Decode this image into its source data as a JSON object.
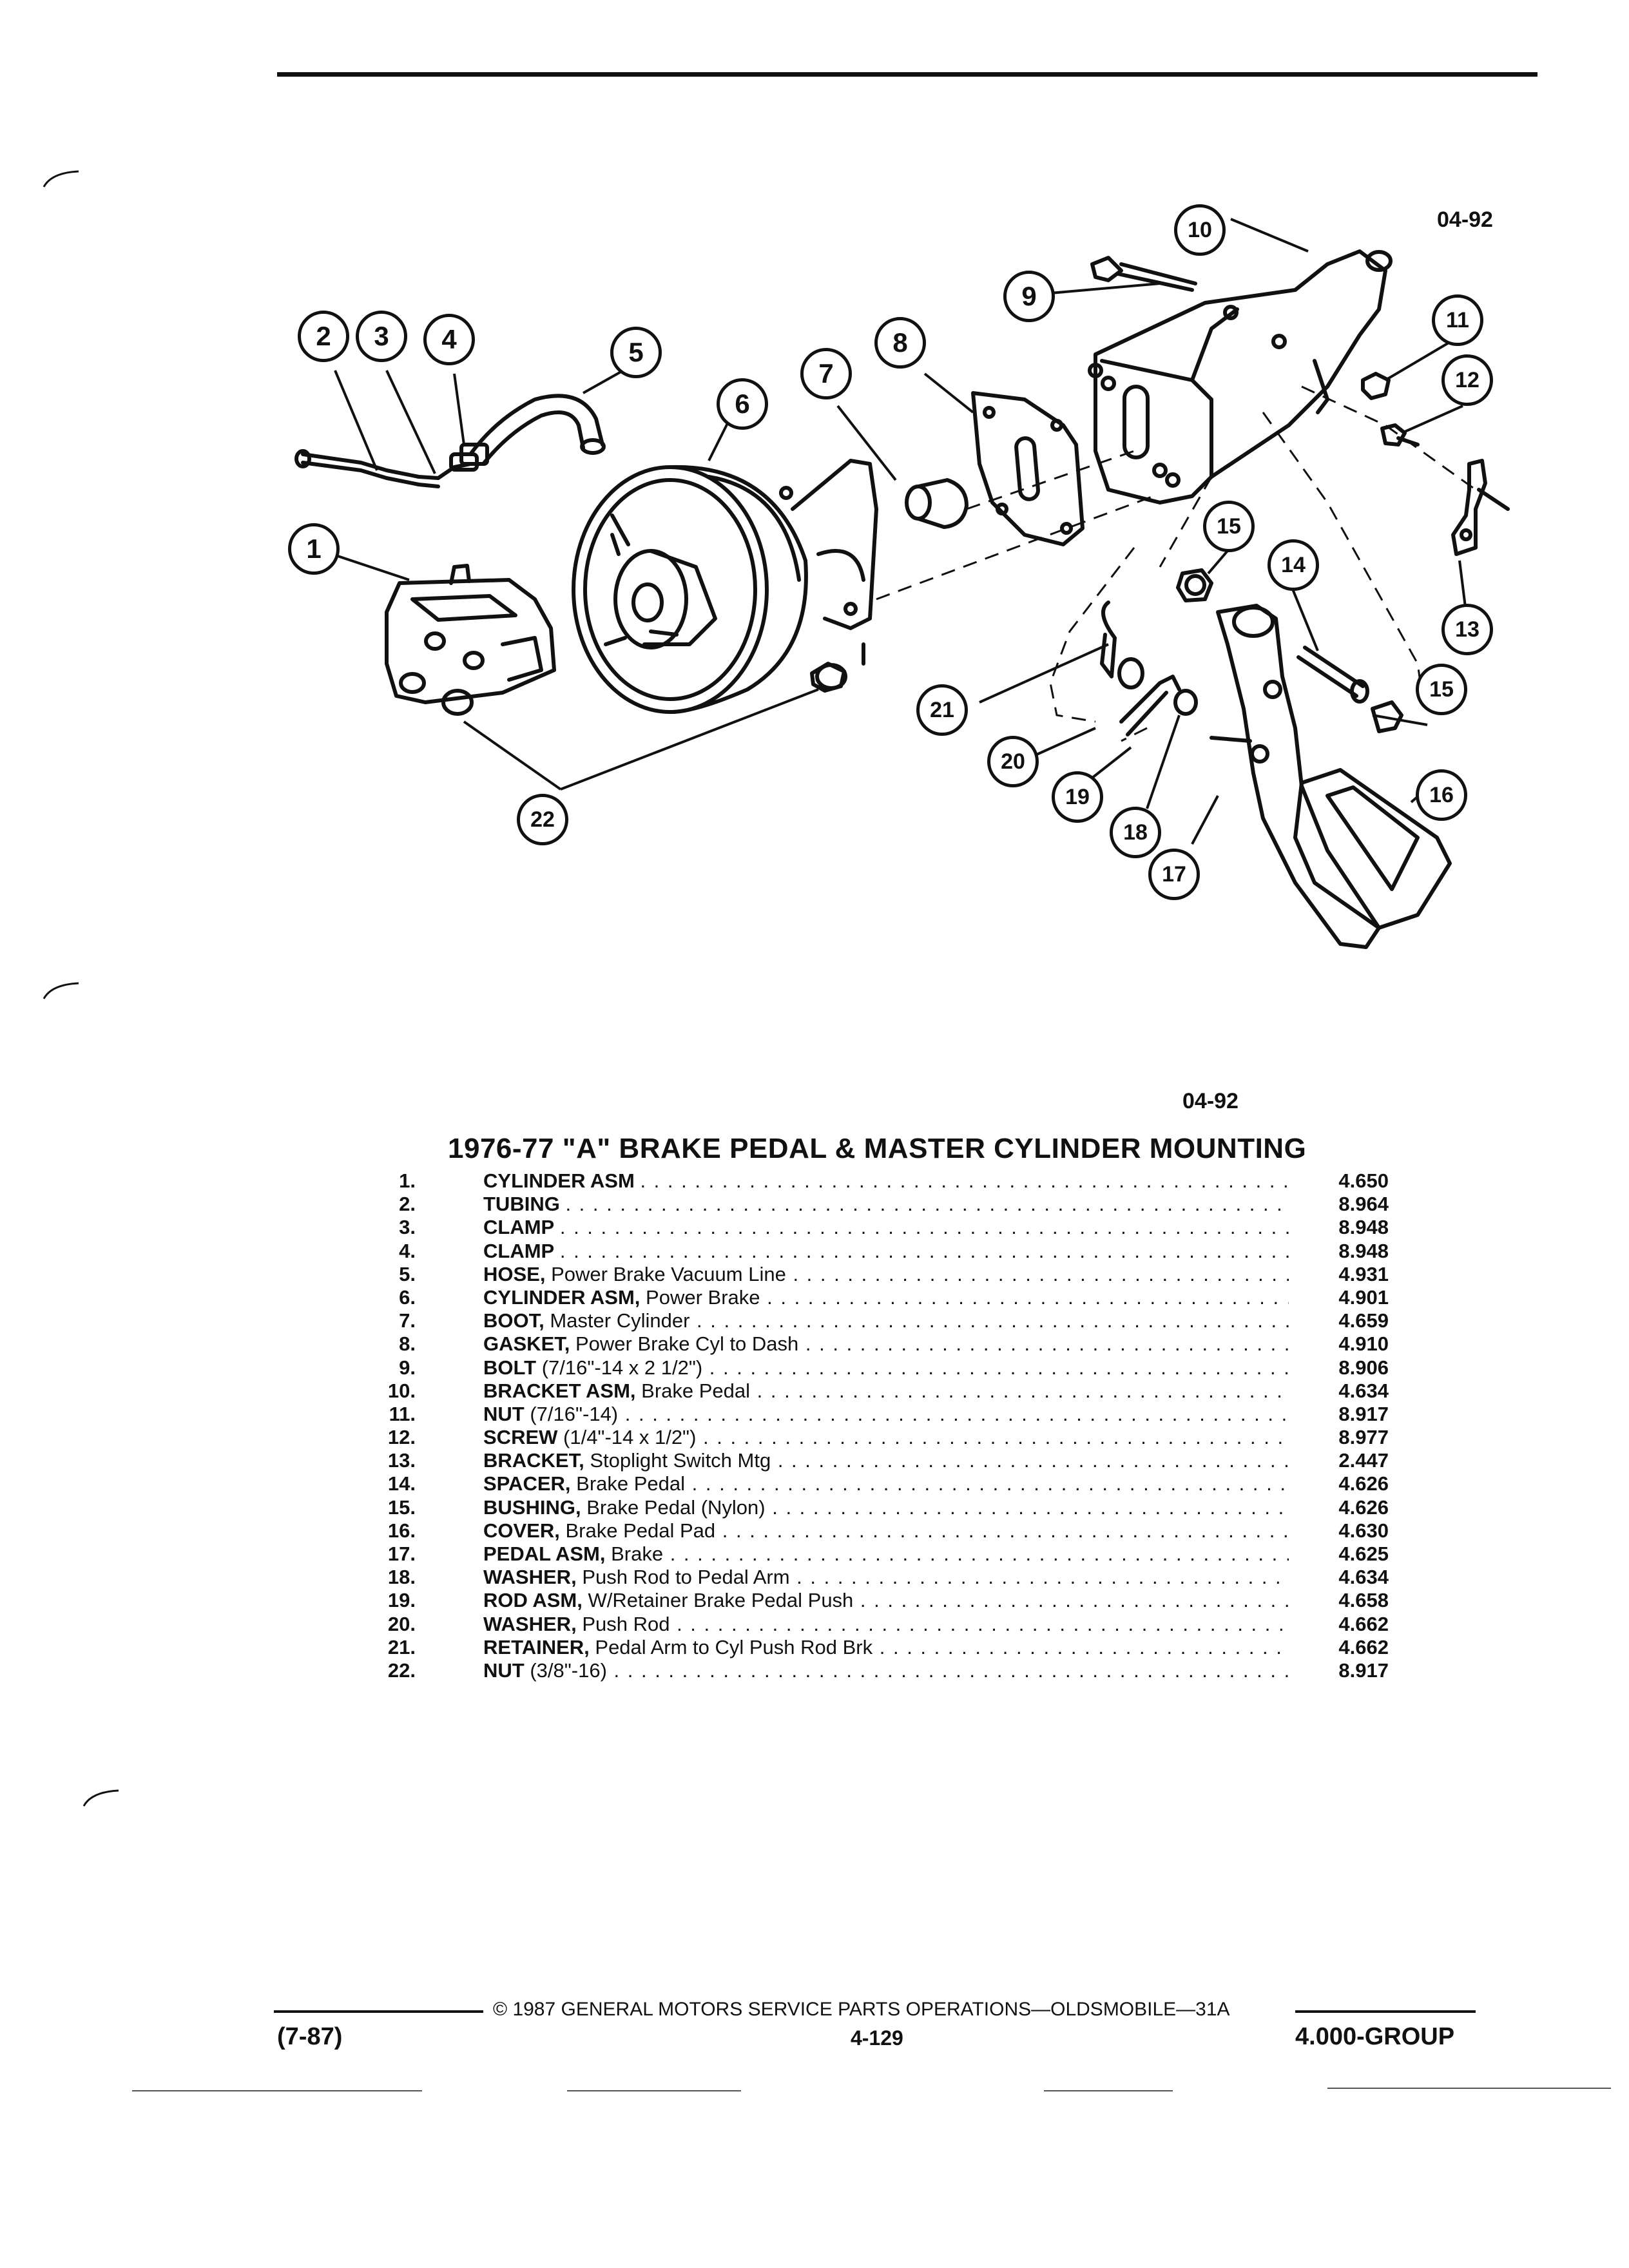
{
  "figure": {
    "code_top": "04-92",
    "code_bottom": "04-92",
    "callouts": [
      "1",
      "2",
      "3",
      "4",
      "5",
      "6",
      "7",
      "8",
      "9",
      "10",
      "11",
      "12",
      "13",
      "14",
      "15",
      "15",
      "16",
      "17",
      "18",
      "19",
      "20",
      "21",
      "22"
    ]
  },
  "title": "1976-77 \"A\" BRAKE PEDAL & MASTER CYLINDER MOUNTING",
  "parts": [
    {
      "num": "1.",
      "name": "CYLINDER ASM",
      "desc": "",
      "group": "4.650"
    },
    {
      "num": "2.",
      "name": "TUBING",
      "desc": "",
      "group": "8.964"
    },
    {
      "num": "3.",
      "name": "CLAMP",
      "desc": "",
      "group": "8.948"
    },
    {
      "num": "4.",
      "name": "CLAMP",
      "desc": "",
      "group": "8.948"
    },
    {
      "num": "5.",
      "name": "HOSE,",
      "desc": "Power Brake Vacuum Line",
      "group": "4.931"
    },
    {
      "num": "6.",
      "name": "CYLINDER ASM,",
      "desc": "Power Brake",
      "group": "4.901"
    },
    {
      "num": "7.",
      "name": "BOOT,",
      "desc": "Master Cylinder",
      "group": "4.659"
    },
    {
      "num": "8.",
      "name": "GASKET,",
      "desc": "Power Brake Cyl to Dash",
      "group": "4.910"
    },
    {
      "num": "9.",
      "name": "BOLT",
      "desc": "(7/16\"-14 x 2 1/2\")",
      "group": "8.906"
    },
    {
      "num": "10.",
      "name": "BRACKET ASM,",
      "desc": "Brake Pedal",
      "group": "4.634"
    },
    {
      "num": "11.",
      "name": "NUT",
      "desc": "(7/16\"-14)",
      "group": "8.917"
    },
    {
      "num": "12.",
      "name": "SCREW",
      "desc": "(1/4\"-14 x 1/2\")",
      "group": "8.977"
    },
    {
      "num": "13.",
      "name": "BRACKET,",
      "desc": "Stoplight Switch Mtg",
      "group": "2.447"
    },
    {
      "num": "14.",
      "name": "SPACER,",
      "desc": "Brake Pedal",
      "group": "4.626"
    },
    {
      "num": "15.",
      "name": "BUSHING,",
      "desc": "Brake Pedal (Nylon)",
      "group": "4.626"
    },
    {
      "num": "16.",
      "name": "COVER,",
      "desc": "Brake Pedal Pad",
      "group": "4.630"
    },
    {
      "num": "17.",
      "name": "PEDAL ASM,",
      "desc": "Brake",
      "group": "4.625"
    },
    {
      "num": "18.",
      "name": "WASHER,",
      "desc": "Push Rod to Pedal Arm",
      "group": "4.634"
    },
    {
      "num": "19.",
      "name": "ROD ASM,",
      "desc": "W/Retainer Brake Pedal Push",
      "group": "4.658"
    },
    {
      "num": "20.",
      "name": "WASHER,",
      "desc": "Push Rod",
      "group": "4.662"
    },
    {
      "num": "21.",
      "name": "RETAINER,",
      "desc": "Pedal Arm to Cyl Push Rod Brk",
      "group": "4.662"
    },
    {
      "num": "22.",
      "name": "NUT",
      "desc": "(3/8\"-16)",
      "group": "8.917"
    }
  ],
  "footer": {
    "copyright": "© 1987 GENERAL MOTORS SERVICE PARTS OPERATIONS—OLDSMOBILE—31A",
    "revision": "(7-87)",
    "page": "4-129",
    "group": "4.000-GROUP"
  }
}
